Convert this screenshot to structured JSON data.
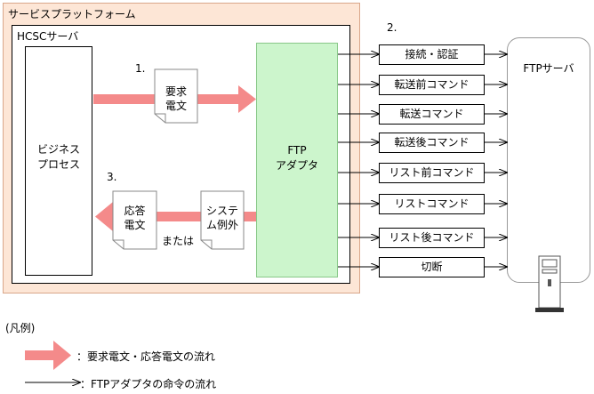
{
  "platform": {
    "title": "サービスプラットフォーム"
  },
  "hcsc": {
    "title": "HCSCサーバ"
  },
  "business_process": {
    "line1": "ビジネス",
    "line2": "プロセス"
  },
  "ftp_adapter": {
    "line1": "FTP",
    "line2": "アダプタ"
  },
  "ftp_server": {
    "title": "FTPサーバ"
  },
  "steps": {
    "s1": "1.",
    "s2": "2.",
    "s3": "3."
  },
  "request_doc": {
    "line1": "要求",
    "line2": "電文"
  },
  "response_doc": {
    "line1": "応答",
    "line2": "電文"
  },
  "exception_doc": {
    "line1": "システ",
    "line2": "ム例外"
  },
  "or_label": "または",
  "commands": [
    "接続・認証",
    "転送前コマンド",
    "転送コマンド",
    "転送後コマンド",
    "リスト前コマンド",
    "リストコマンド",
    "リスト後コマンド",
    "切断"
  ],
  "legend": {
    "title": "(凡例)",
    "thick_arrow": "：要求電文・応答電文の流れ",
    "thin_arrow": "：FTPアダプタの命令の流れ"
  },
  "colors": {
    "platform_bg": "#fde6d6",
    "adapter_bg": "#ccf5cc",
    "flow_arrow": "#f48a8a"
  }
}
